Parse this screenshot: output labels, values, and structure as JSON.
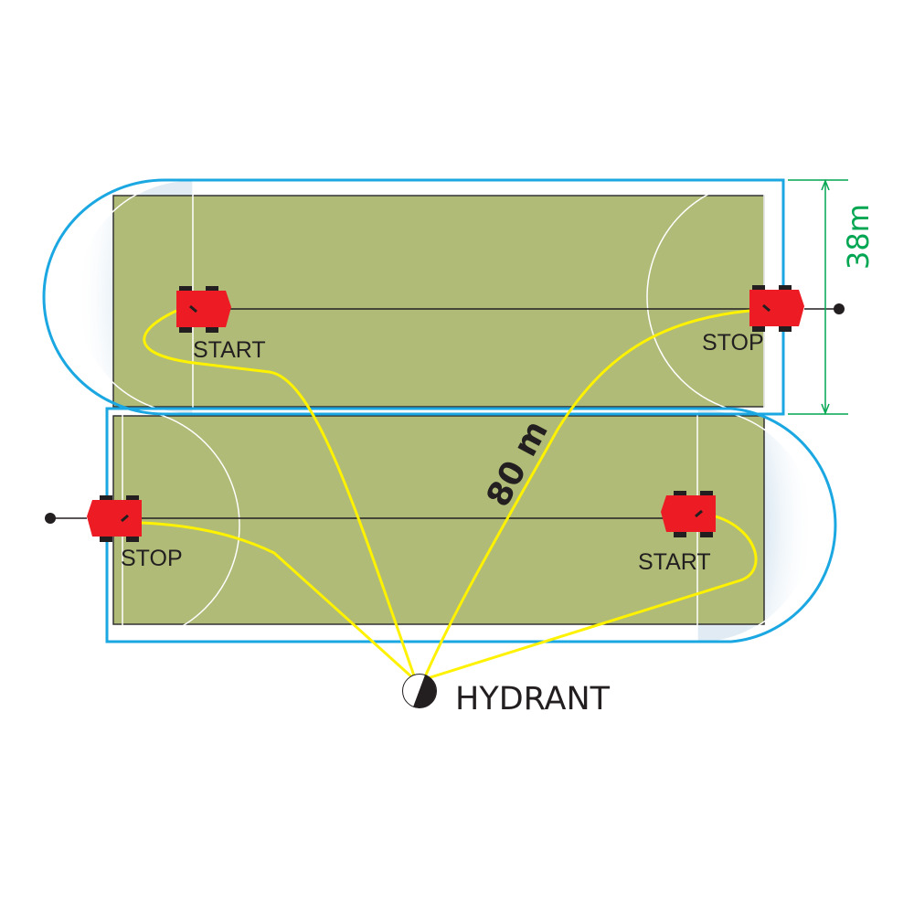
{
  "labels": {
    "top_start": "START",
    "top_stop": "STOP",
    "bottom_stop": "STOP",
    "bottom_start": "START",
    "length": "80 m",
    "width": "38m",
    "hydrant": "HYDRANT"
  },
  "colors": {
    "field": "#afbb77",
    "boundary": "#1ba7e1",
    "hose_path": "#fff200",
    "robot": "#ed1c24",
    "dimension": "#00a651",
    "text": "#231f20"
  },
  "icons": {
    "robot": "robot-cart-icon",
    "hydrant": "hydrant-icon"
  }
}
